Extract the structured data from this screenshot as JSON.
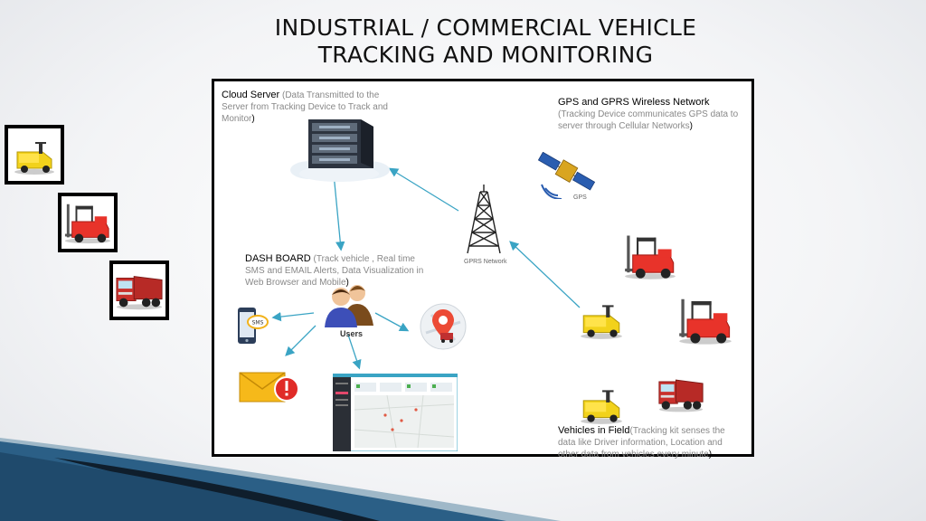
{
  "title": {
    "line1": "INDUSTRIAL / COMMERCIAL  VEHICLE",
    "line2": "TRACKING AND MONITORING"
  },
  "cloud_server": {
    "heading": "Cloud Server",
    "detail": "(Data Transmitted to the Server from Tracking Device to Track and Monitor",
    "close": ")"
  },
  "gps_network": {
    "heading": "GPS and GPRS Wireless Network",
    "detail": "(Tracking Device communicates  GPS data to server through Cellular Networks",
    "close": ")"
  },
  "dashboard": {
    "heading": "DASH BOARD",
    "detail": "(Track vehicle , Real time SMS and EMAIL Alerts, Data Visualization in Web Browser and Mobile",
    "close": ")"
  },
  "vehicles": {
    "heading": "Vehicles in Field",
    "detail": "(Tracking  kit senses the data like Driver information, Location and other data from vehicles every minute",
    "close": ")"
  },
  "labels": {
    "gps": "GPS",
    "gprs": "GPRS Network",
    "users": "Users",
    "sms": "SMS"
  },
  "icons": {
    "server": "server-rack-icon",
    "satellite": "gps-satellite-icon",
    "tower": "gprs-tower-icon",
    "users": "users-icon",
    "mobile": "mobile-sms-icon",
    "email": "email-alert-icon",
    "map_pin": "map-pin-icon",
    "dashboard_screen": "web-dashboard-screenshot",
    "tugger": "yellow-tugger-icon",
    "forklift": "red-forklift-icon",
    "truck": "red-dump-truck-icon"
  },
  "colors": {
    "arrow": "#3aa4c4",
    "forklift": "#e8332a",
    "tugger": "#f2d21b",
    "truck": "#c9302c"
  }
}
